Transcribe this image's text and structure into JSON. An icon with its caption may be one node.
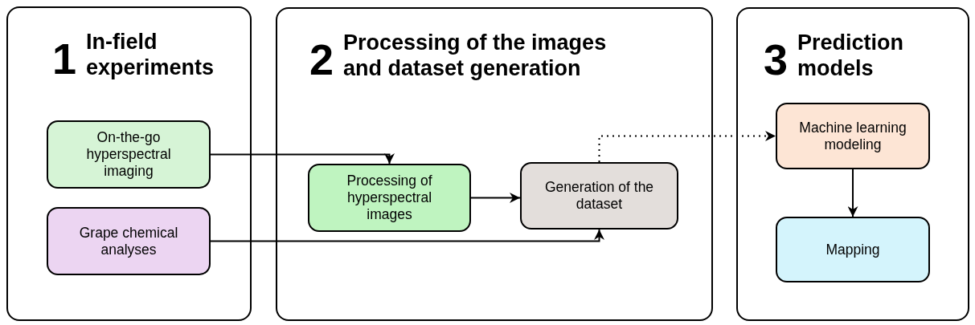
{
  "diagram": {
    "nodes": [
      {
        "text": [
          "1",
          "In-field experiments"
        ]
      },
      {
        "text": [
          "2",
          "Processing of the images and dataset generation"
        ]
      },
      {
        "text": [
          "3",
          "Prediction models"
        ]
      },
      {
        "text": [
          "On-the-go hyperspectral imaging"
        ],
        "in": 0
      },
      {
        "text": [
          "Grape chemical analyses"
        ],
        "in": 0
      },
      {
        "text": [
          "Processing of hyperspectral images"
        ],
        "in": 1
      },
      {
        "text": [
          "Generation of the dataset"
        ],
        "in": 1
      },
      {
        "text": [
          "Machine learning modeling"
        ],
        "in": 2
      },
      {
        "text": [
          "Mapping"
        ],
        "in": 2
      }
    ],
    "edges": [
      {
        "from": 3,
        "to": 5,
        "arrow": "to"
      },
      {
        "from": 4,
        "to": 6,
        "arrow": "to"
      },
      {
        "from": 5,
        "to": 6,
        "arrow": "to"
      },
      {
        "from": 6,
        "to": 7,
        "arrow": "to",
        "style": "dashed"
      },
      {
        "from": 7,
        "to": 8,
        "arrow": "to"
      }
    ]
  }
}
